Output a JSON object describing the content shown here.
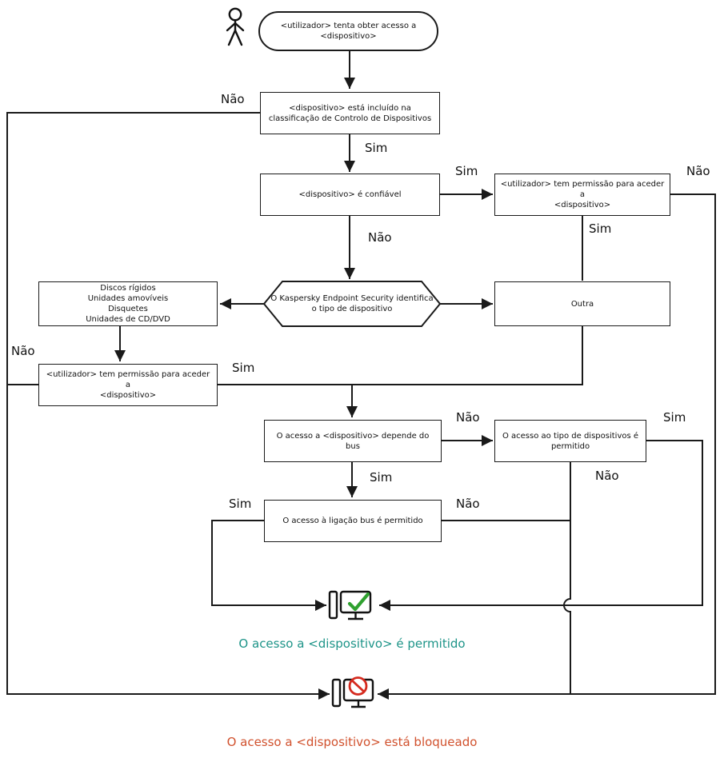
{
  "labels": {
    "sim": "Sim",
    "nao": "Não"
  },
  "nodes": {
    "start": "<utilizador> tenta obter acesso a\n<dispositivo>",
    "classification": "<dispositivo> está incluído na classificação de Controlo de Dispositivos",
    "trusted": "<dispositivo> é confiável",
    "trusted_permission": "<utilizador> tem permissão para aceder a\n<dispositivo>",
    "identify": "O Kaspersky Endpoint Security identifica o tipo de dispositivo",
    "device_types": "Discos rígidos\nUnidades amovíveis\nDisquetes\nUnidades de CD/DVD",
    "other": "Outra",
    "user_permission": "<utilizador> tem permissão para aceder a\n<dispositivo>",
    "bus_dependent": "O acesso a <dispositivo> depende do bus",
    "type_allowed": "O acesso ao tipo de dispositivos é\npermitido",
    "bus_allowed": "O acesso à ligação bus é permitido"
  },
  "results": {
    "allowed": "O acesso a <dispositivo> é permitido",
    "blocked": "O acesso a <dispositivo> está bloqueado"
  },
  "colors": {
    "line": "#1a1a1a",
    "allowed_text": "#1d9488",
    "blocked_text": "#d1512d",
    "check_icon": "#2fa12f",
    "prohibition_icon": "#d52a1e"
  }
}
